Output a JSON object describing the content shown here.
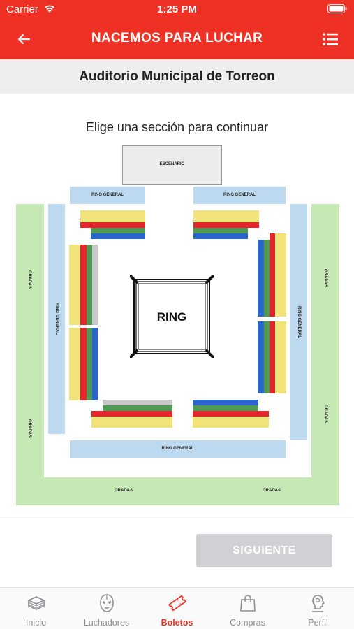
{
  "status_bar": {
    "carrier": "Carrier",
    "time": "1:25 PM"
  },
  "header": {
    "title": "NACEMOS PARA LUCHAR"
  },
  "venue": {
    "name": "Auditorio Municipal de Torreon"
  },
  "instruction": "Elige una sección para continuar",
  "map": {
    "stage": "ESCENARIO",
    "ring": "RING",
    "ring_general": "RING GENERAL",
    "gradas": "GRADAS",
    "colors": {
      "gradas": "#c6e8b5",
      "ring_general": "#bcd9ef",
      "yellow": "#f1e27a",
      "red": "#e3262e",
      "green": "#4e9a55",
      "blue": "#2a66c9",
      "gray": "#c8c8c8"
    }
  },
  "next_button": {
    "label": "SIGUIENTE"
  },
  "tabs": [
    {
      "label": "Inicio",
      "icon": "ring-icon"
    },
    {
      "label": "Luchadores",
      "icon": "mask-icon"
    },
    {
      "label": "Boletos",
      "icon": "ticket-icon",
      "active": true
    },
    {
      "label": "Compras",
      "icon": "shopping-bag-icon"
    },
    {
      "label": "Perfil",
      "icon": "profile-icon"
    }
  ],
  "theme": {
    "accent": "#ee3124",
    "disabled": "#d0d1d4"
  }
}
